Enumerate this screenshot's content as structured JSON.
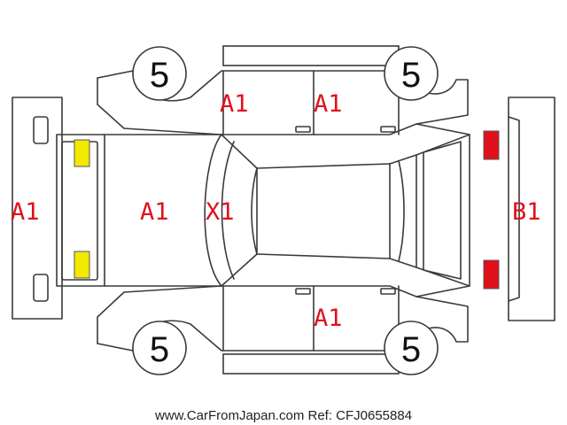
{
  "inspection_sheet": {
    "grades": {
      "front_bumper": "A1",
      "hood": "A1",
      "windshield": "X1",
      "rear_bumper": "B1",
      "front_left_door": "A1",
      "rear_left_door": "A1",
      "front_right_door": "A1"
    },
    "tire_scores": {
      "front_left": "5",
      "rear_left": "5",
      "front_right": "5",
      "rear_right": "5"
    },
    "markers": {
      "front_lamp_color": "#f2ea00",
      "rear_lamp_color": "#e0101a"
    },
    "watermark": "www.CarFromJapan.com Ref: CFJ0655884"
  }
}
